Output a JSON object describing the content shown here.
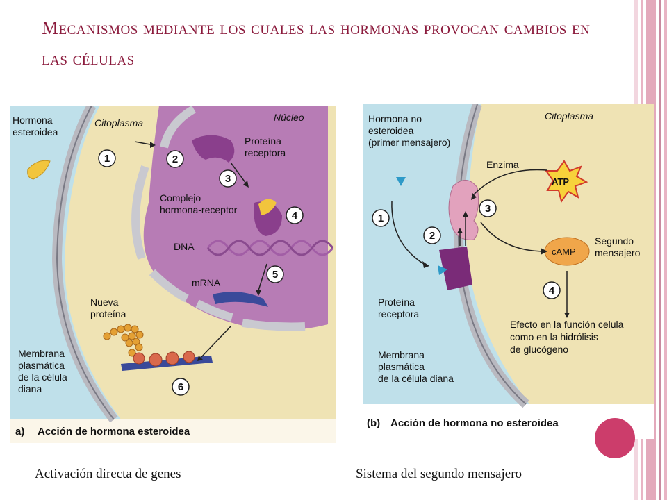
{
  "title": "Mecanismos mediante los cuales las hormonas provocan cambios en las células",
  "colors": {
    "title": "#8b1a3c",
    "accent_dot": "#cc3d6b",
    "stripe_pink": "#e8b4c4",
    "stripe_dark": "#c98aa0"
  },
  "panel_a": {
    "hormona_1": "Hormona",
    "hormona_2": "esteroidea",
    "citoplasma": "Citoplasma",
    "nucleo": "Núcleo",
    "proteina_1": "Proteína",
    "proteina_2": "receptora",
    "complejo_1": "Complejo",
    "complejo_2": "hormona-receptor",
    "dna": "DNA",
    "mrna": "mRNA",
    "nueva_1": "Nueva",
    "nueva_2": "proteína",
    "membrana_1": "Membrana",
    "membrana_2": "plasmática",
    "membrana_3": "de la célula",
    "membrana_4": "diana",
    "steps": [
      "1",
      "2",
      "3",
      "4",
      "5",
      "6"
    ],
    "caption_letter": "a)",
    "caption_text": "Acción de hormona esteroidea"
  },
  "panel_b": {
    "hormona_1": "Hormona no",
    "hormona_2": "esteroidea",
    "hormona_3": "(primer mensajero)",
    "citoplasma": "Citoplasma",
    "enzima": "Enzima",
    "atp": "ATP",
    "camp": "cAMP",
    "segundo_1": "Segundo",
    "segundo_2": "mensajero",
    "proteina_1": "Proteína",
    "proteina_2": "receptora",
    "efecto_1": "Efecto en la función celula",
    "efecto_2": "como en la hidrólisis",
    "efecto_3": "de glucógeno",
    "membrana_1": "Membrana",
    "membrana_2": "plasmática",
    "membrana_3": "de la célula diana",
    "steps": [
      "1",
      "2",
      "3",
      "4"
    ],
    "caption_letter": "(b)",
    "caption_text": "Acción de hormona no esteroidea"
  },
  "captions": {
    "left": "Activación directa de genes",
    "right": "Sistema del segundo mensajero"
  }
}
